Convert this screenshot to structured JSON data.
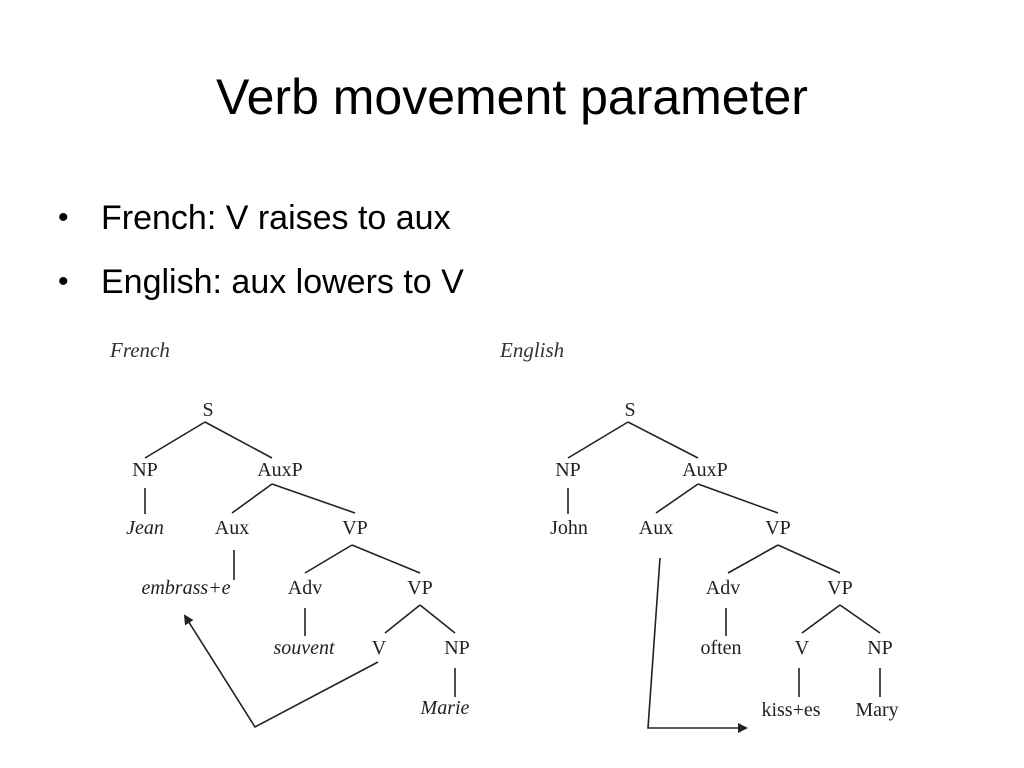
{
  "slide": {
    "title": "Verb movement parameter",
    "bullets": [
      "French: V raises to aux",
      "English: aux lowers to V"
    ]
  },
  "diagram": {
    "french": {
      "label": "French",
      "nodes": {
        "s": "S",
        "np": "NP",
        "auxp": "AuxP",
        "jean": "Jean",
        "aux": "Aux",
        "vp1": "VP",
        "verb_form": "embrass+e",
        "adv": "Adv",
        "vp2": "VP",
        "adverb": "souvent",
        "v": "V",
        "np2": "NP",
        "object": "Marie"
      }
    },
    "english": {
      "label": "English",
      "nodes": {
        "s": "S",
        "np": "NP",
        "auxp": "AuxP",
        "john": "John",
        "aux": "Aux",
        "vp1": "VP",
        "adv": "Adv",
        "vp2": "VP",
        "adverb": "often",
        "v": "V",
        "np2": "NP",
        "verb_form": "kiss+es",
        "object": "Mary"
      }
    }
  }
}
